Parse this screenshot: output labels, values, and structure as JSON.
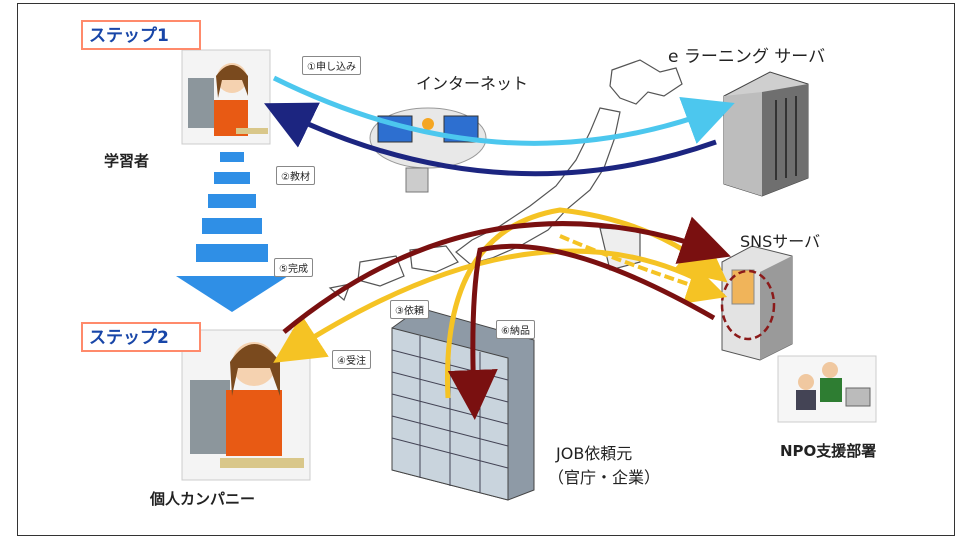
{
  "steps": {
    "step1": "ステップ1",
    "step2": "ステップ2"
  },
  "actors": {
    "learner": "学習者",
    "personal_company": "個人カンパニー",
    "internet": "インターネット",
    "elearning_server": "e ラーニング サーバ",
    "sns_server": "SNSサーバ",
    "npo": "NPO支援部署",
    "job_client_line1": "JOB依頼元",
    "job_client_line2": "（官庁・企業）"
  },
  "flow_labels": {
    "apply": "①申し込み",
    "material": "②教材",
    "request": "③依頼",
    "order": "④受注",
    "complete": "⑤完成",
    "deliver": "⑥納品"
  },
  "colors": {
    "apply_flow": "#4cc7ee",
    "material_flow": "#1c2580",
    "job_flow": "#f5c324",
    "result_flow": "#7a1010",
    "step_arrow": "#2f8fe6",
    "step_border": "#ff8a6b"
  }
}
